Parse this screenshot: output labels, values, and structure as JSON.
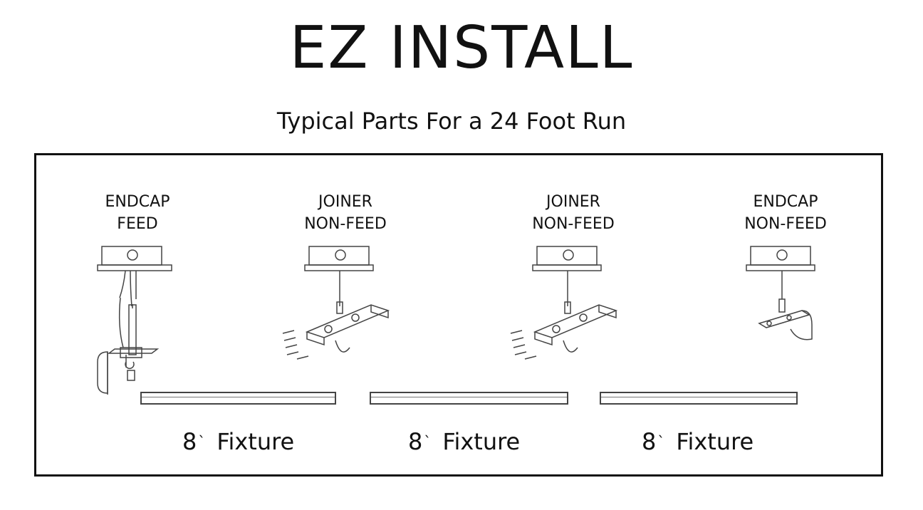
{
  "header": {
    "title": "EZ INSTALL",
    "subtitle": "Typical Parts For a 24 Foot Run"
  },
  "parts": [
    {
      "line1": "ENDCAP",
      "line2": "FEED",
      "icon": "endcap-feed-bracket-icon"
    },
    {
      "line1": "JOINER",
      "line2": "NON-FEED",
      "icon": "joiner-bracket-icon"
    },
    {
      "line1": "JOINER",
      "line2": "NON-FEED",
      "icon": "joiner-bracket-icon"
    },
    {
      "line1": "ENDCAP",
      "line2": "NON-FEED",
      "icon": "endcap-bracket-icon"
    }
  ],
  "fixtures": [
    {
      "size": "8",
      "tick": "`",
      "name": "Fixture"
    },
    {
      "size": "8",
      "tick": "`",
      "name": "Fixture"
    },
    {
      "size": "8",
      "tick": "`",
      "name": "Fixture"
    }
  ],
  "colors": {
    "line": "#111111",
    "drawing": "#444444",
    "background": "#ffffff"
  }
}
